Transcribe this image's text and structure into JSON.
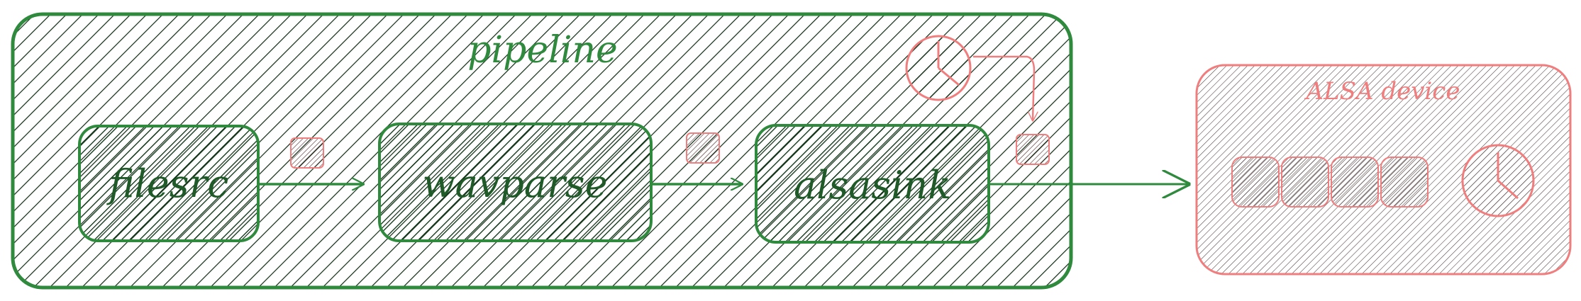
{
  "diagram": {
    "pipeline": {
      "title": "pipeline",
      "elements": [
        {
          "id": "filesrc",
          "label": "filesrc"
        },
        {
          "id": "wavparse",
          "label": "wavparse"
        },
        {
          "id": "alsasink",
          "label": "alsasink"
        }
      ]
    },
    "device": {
      "title": "ALSA device",
      "buffer_count": 4
    },
    "colors": {
      "pipeline_stroke": "#2f8a3e",
      "pipeline_hatch": "#0f2a12",
      "element_fill": "#0a3d14",
      "element_text": "#1f5a28",
      "device_stroke": "#f07e7e",
      "device_hatch": "#4a3a3a",
      "clock": "#f07e7e",
      "link": "#2f8a3e"
    }
  }
}
